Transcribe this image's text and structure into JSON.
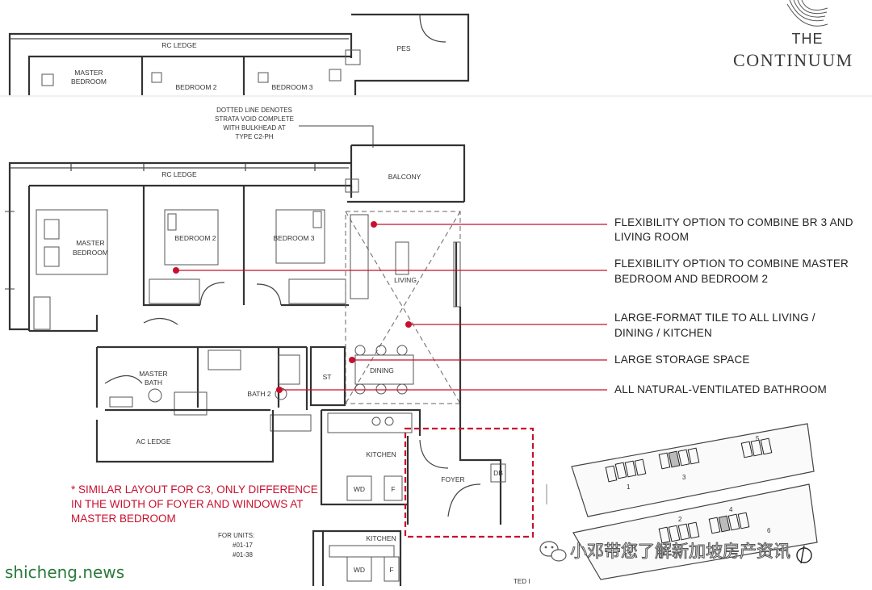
{
  "brand": {
    "line1": "THE",
    "line2": "CONTINUUM"
  },
  "upper_plan": {
    "rc_ledge": "RC LEDGE",
    "master_bedroom": [
      "MASTER",
      "BEDROOM"
    ],
    "bedroom2": "BEDROOM 2",
    "bedroom3": "BEDROOM 3",
    "pes": "PES"
  },
  "strata_note": [
    "DOTTED LINE DENOTES",
    "STRATA VOID COMPLETE",
    "WITH BULKHEAD AT",
    "TYPE C2-PH"
  ],
  "plan": {
    "rc_ledge": "RC LEDGE",
    "balcony": "BALCONY",
    "master_bedroom": [
      "MASTER",
      "BEDROOM"
    ],
    "bedroom2": "BEDROOM 2",
    "bedroom3": "BEDROOM 3",
    "living": "LIVING",
    "dining": "DINING",
    "st": "ST",
    "master_bath": [
      "MASTER",
      "BATH"
    ],
    "bath2": "BATH 2",
    "ac_ledge": "AC LEDGE",
    "kitchen": "KITCHEN",
    "wd": "WD",
    "f": "F",
    "foyer": "FOYER",
    "db": "DB"
  },
  "callouts": [
    {
      "lines": [
        "FLEXIBILITY OPTION TO COMBINE BR 3 AND",
        "LIVING ROOM"
      ]
    },
    {
      "lines": [
        "FLEXIBILITY OPTION TO COMBINE MASTER",
        "BEDROOM AND BEDROOM 2"
      ]
    },
    {
      "lines": [
        "LARGE-FORMAT TILE TO ALL LIVING /",
        "DINING / KITCHEN"
      ]
    },
    {
      "lines": [
        "LARGE STORAGE SPACE"
      ]
    },
    {
      "lines": [
        "ALL NATURAL-VENTILATED BATHROOM"
      ]
    }
  ],
  "similar_note": [
    "* SIMILAR LAYOUT FOR C3, ONLY DIFFERENCE",
    "IN THE WIDTH OF FOYER AND WINDOWS AT",
    "MASTER BEDROOM"
  ],
  "units": {
    "label": "FOR UNITS:",
    "items": [
      "#01-17",
      "#01-38"
    ]
  },
  "lower_plan": {
    "kitchen": "KITCHEN",
    "wd": "WD",
    "f": "F"
  },
  "site_plan": {
    "labels": [
      "1",
      "2",
      "3",
      "4",
      "5",
      "6"
    ]
  },
  "cut_text": "TED I",
  "watermark": {
    "left": "shicheng.news",
    "right": "小邓带您了解新加坡房产资讯"
  },
  "colors": {
    "accent_red": "#c8102e",
    "wall": "#333333",
    "watermark_green": "#2b7a3b"
  }
}
